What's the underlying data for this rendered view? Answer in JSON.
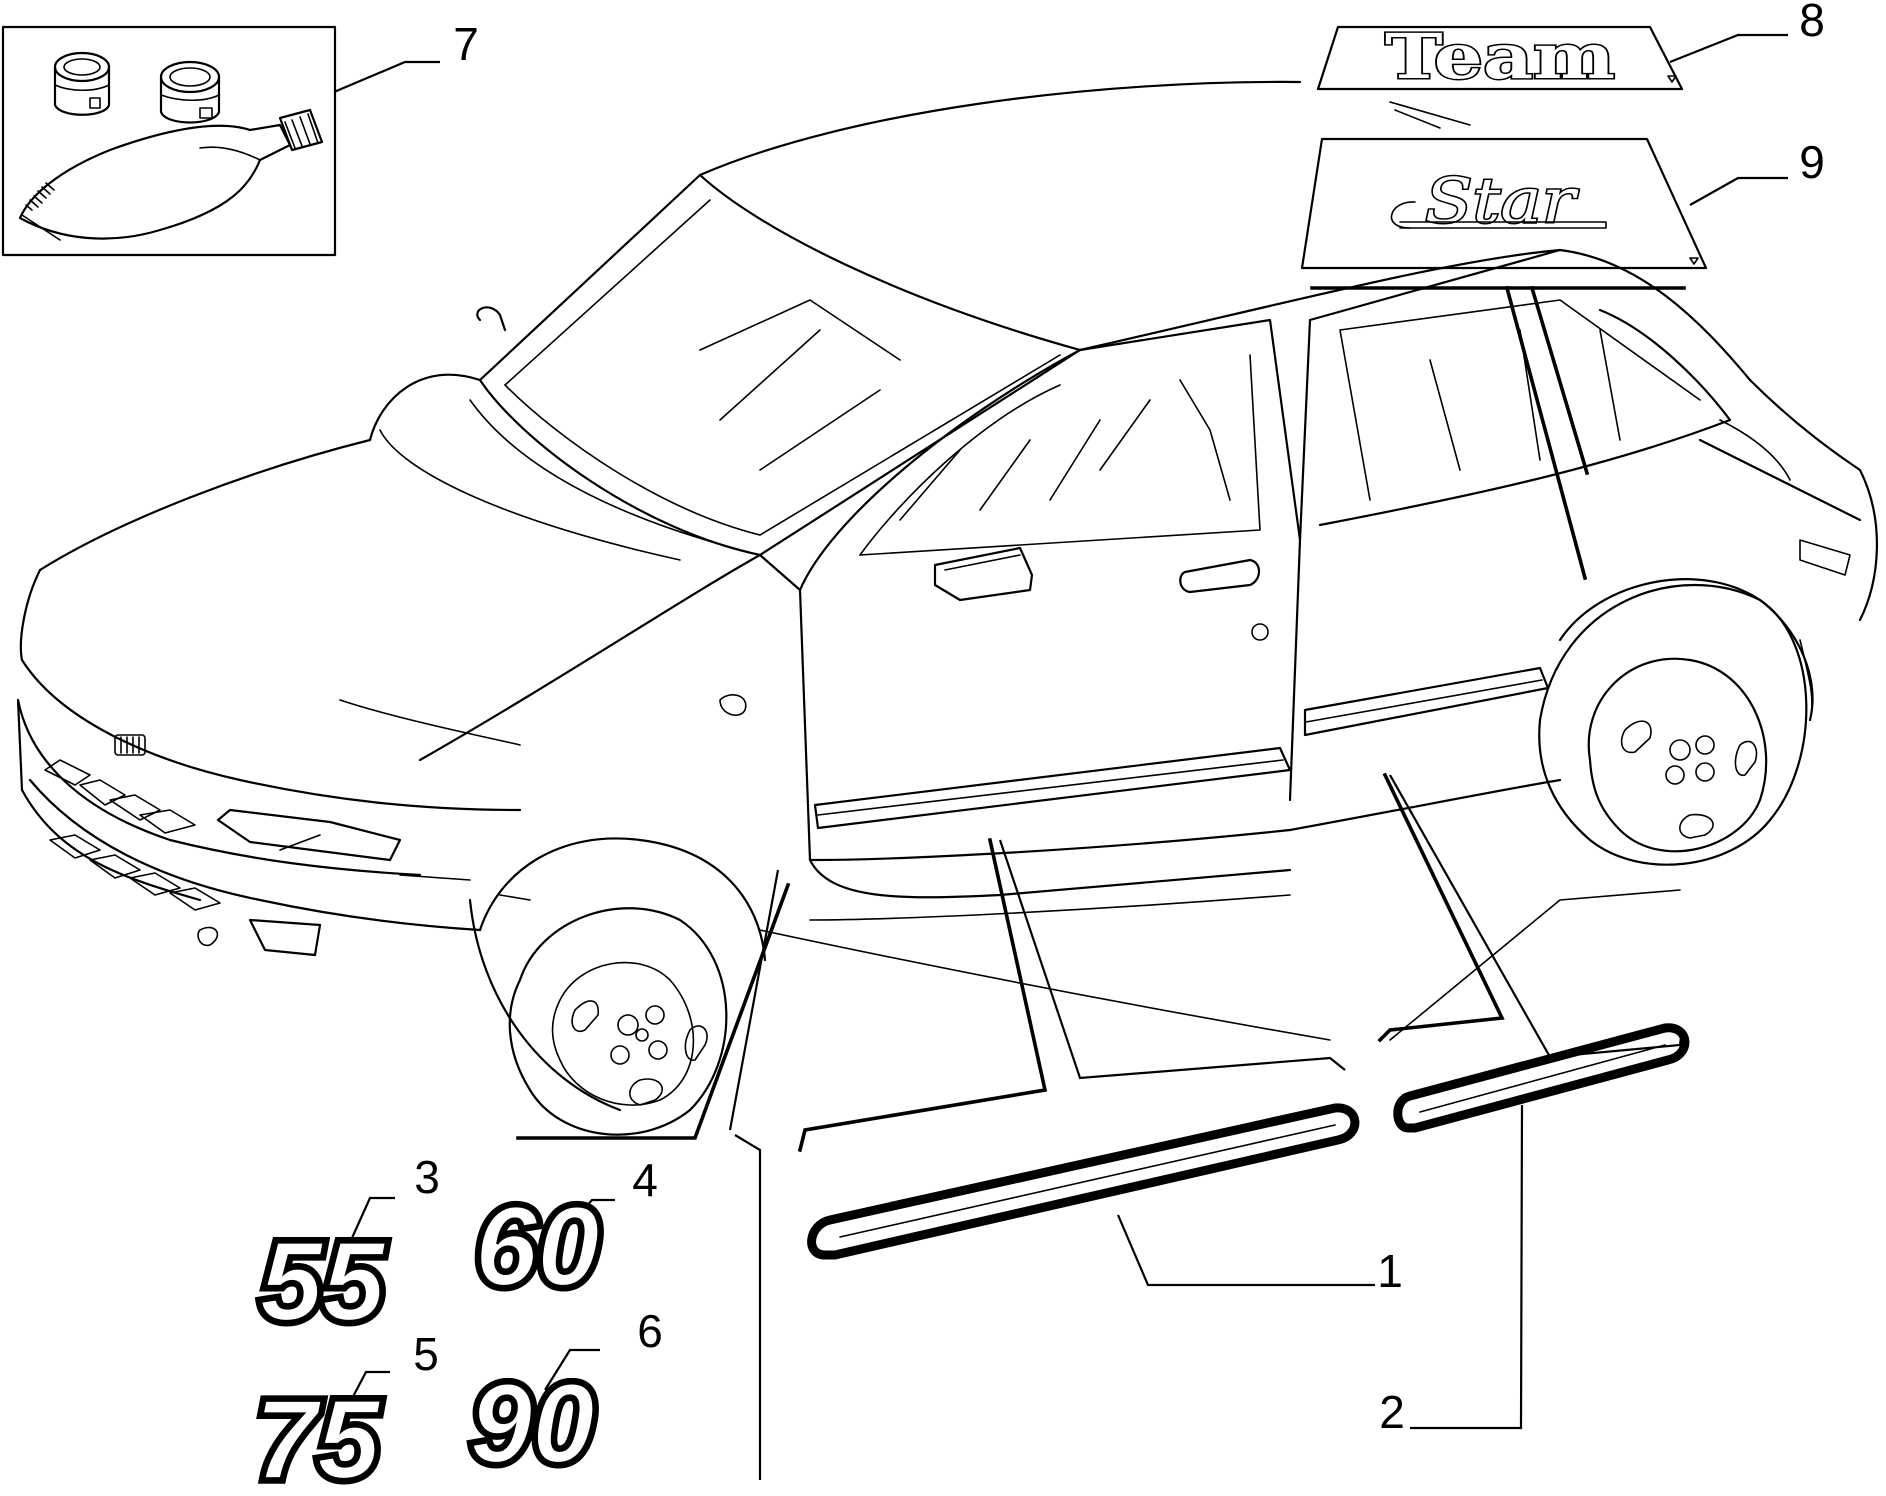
{
  "callouts": {
    "c1": "1",
    "c2": "2",
    "c3": "3",
    "c4": "4",
    "c5": "5",
    "c6": "6",
    "c7": "7",
    "c8": "8",
    "c9": "9"
  },
  "badges": {
    "b55": "55",
    "b60": "60",
    "b75": "75",
    "b90": "90"
  },
  "decals": {
    "team": "Team",
    "star": "Star"
  }
}
